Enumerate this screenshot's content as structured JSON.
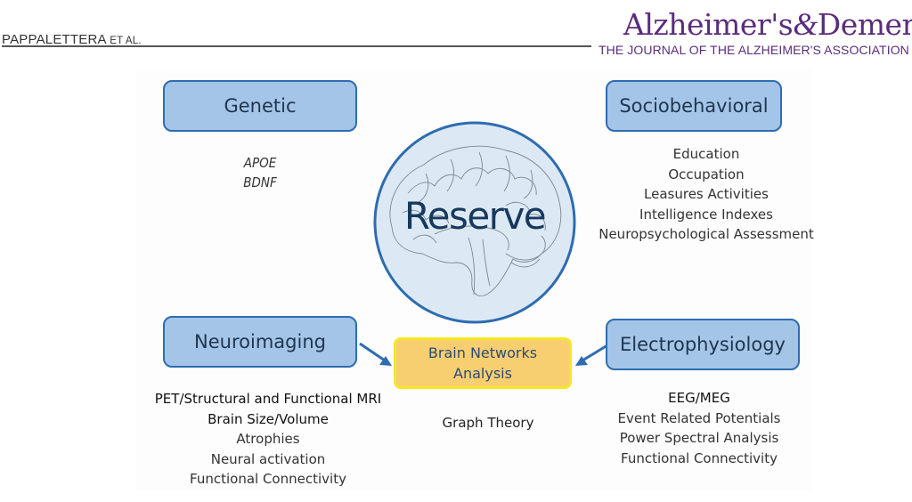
{
  "header": {
    "author_main": "PAPPALETTERA",
    "author_suffix": "ET AL.",
    "journal_title_part1": "Alzheimer's",
    "journal_title_amp": "&",
    "journal_title_part2": "Dementia",
    "journal_registered": "®",
    "journal_subtitle": "THE JOURNAL OF THE ALZHEIMER'S ASSOCIATION"
  },
  "colors": {
    "journal_purple": "#5a2d7c",
    "box_fill": "#a4c5e8",
    "box_border": "#2e6cb0",
    "center_fill": "#f8cf70",
    "center_border": "#f4e826",
    "circle_fill": "#dce9f5",
    "circle_border": "#2e6cb0"
  },
  "diagram": {
    "center": {
      "label": "Reserve",
      "icon": "brain-icon"
    },
    "categories": {
      "genetic": {
        "label": "Genetic",
        "items": [
          "APOE",
          "BDNF"
        ]
      },
      "sociobehavioral": {
        "label": "Sociobehavioral",
        "items": [
          "Education",
          "Occupation",
          "Leasures Activities",
          "Intelligence Indexes",
          "Neuropsychological Assessment"
        ]
      },
      "neuroimaging": {
        "label": "Neuroimaging",
        "items": [
          "PET/Structural and Functional MRI",
          "Brain Size/Volume",
          "Atrophies",
          "Neural activation",
          "Functional Connectivity"
        ]
      },
      "electrophysiology": {
        "label": "Electrophysiology",
        "items": [
          "EEG/MEG",
          "Event Related Potentials",
          "Power Spectral Analysis",
          "Functional Connectivity"
        ]
      }
    },
    "brain_networks": {
      "line1": "Brain Networks",
      "line2": "Analysis",
      "method": "Graph Theory"
    }
  }
}
